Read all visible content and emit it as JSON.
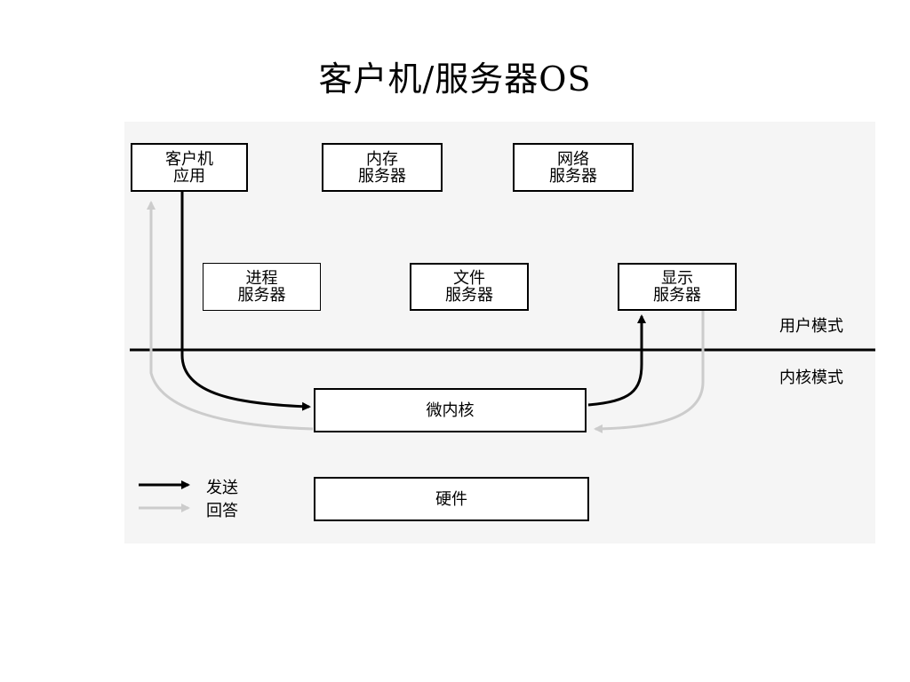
{
  "title": "客户机/服务器OS",
  "boxes": {
    "client_app": [
      "客户机",
      "应用"
    ],
    "memory_server": [
      "内存",
      "服务器"
    ],
    "network_server": [
      "网络",
      "服务器"
    ],
    "process_server": [
      "进程",
      "服务器"
    ],
    "file_server": [
      "文件",
      "服务器"
    ],
    "display_server": [
      "显示",
      "服务器"
    ],
    "microkernel": "微内核",
    "hardware": "硬件"
  },
  "modes": {
    "user": "用户模式",
    "kernel": "内核模式"
  },
  "legend": {
    "send": "发送",
    "reply": "回答"
  },
  "colors": {
    "send_arrow": "#000000",
    "reply_arrow": "#cccccc",
    "panel_bg": "#f5f5f5"
  }
}
